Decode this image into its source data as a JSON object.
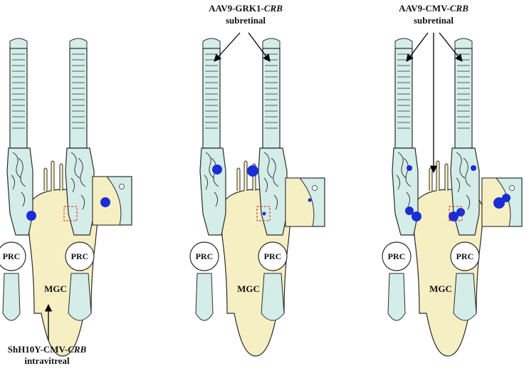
{
  "labels": {
    "panel1": {
      "vector_prefix": "ShH10Y-CMV-",
      "vector_gene": "CRB",
      "route": "intravitreal"
    },
    "panel2": {
      "vector_prefix": "AAV9-GRK1-",
      "vector_gene": "CRB",
      "route": "subretinal"
    },
    "panel3": {
      "vector_prefix": "AAV9-CMV-",
      "vector_gene": "CRB",
      "route": "subretinal"
    }
  },
  "cells": {
    "photoreceptor": "PRC",
    "muller_glia": "MGC"
  },
  "colors": {
    "photoreceptor_fill": "#d4ede8",
    "muller_fill": "#f7efc4",
    "outline": "#2b2b2b",
    "dot": "#1a2ed6",
    "inset_border": "#cc2222",
    "arrow": "#000000"
  }
}
